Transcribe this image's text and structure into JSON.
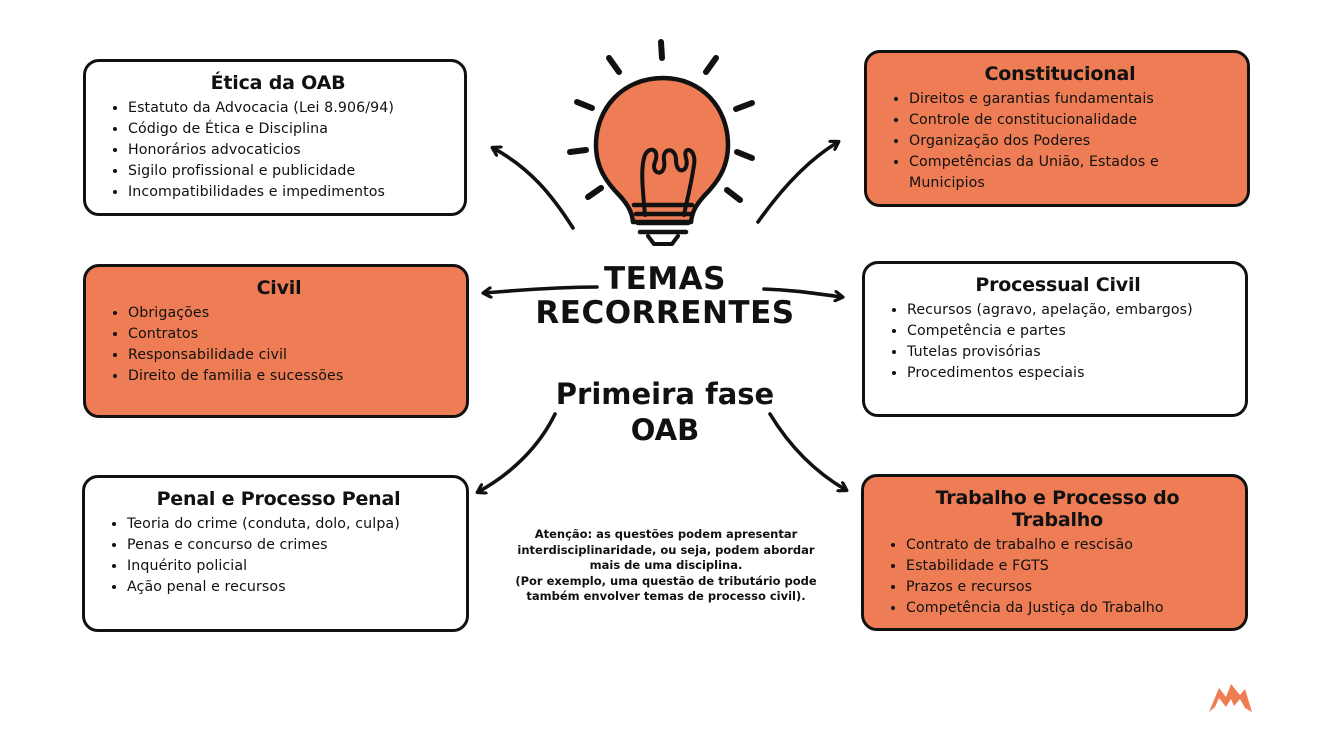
{
  "center": {
    "title": "TEMAS RECORRENTES",
    "subtitle": "Primeira fase OAB"
  },
  "boxes": [
    {
      "title": "Ética da OAB",
      "color": "#ffffff",
      "items": [
        "Estatuto da Advocacia (Lei 8.906/94)",
        "Código de Ética e Disciplina",
        "Honorários advocaticios",
        "Sigilo profissional e publicidade",
        "Incompatibilidades e impedimentos"
      ]
    },
    {
      "title": "Constitucional",
      "color": "#EE7D55",
      "items": [
        "Direitos e garantias fundamentais",
        "Controle de constitucionalidade",
        "Organização dos Poderes",
        "Competências da União, Estados e Municipios"
      ]
    },
    {
      "title": "Civil",
      "color": "#EE7D55",
      "items": [
        "Obrigações",
        "Contratos",
        "Responsabilidade civil",
        "Direito de familia e sucessões"
      ]
    },
    {
      "title": "Processual Civil",
      "color": "#ffffff",
      "items": [
        "Recursos (agravo, apelação, embargos)",
        "Competência e partes",
        "Tutelas provisórias",
        "Procedimentos especiais"
      ]
    },
    {
      "title": "Penal e Processo Penal",
      "color": "#ffffff",
      "items": [
        "Teoria do crime (conduta, dolo, culpa)",
        "Penas e concurso de crimes",
        "Inquérito policial",
        "Ação penal e recursos"
      ]
    },
    {
      "title": "Trabalho e Processo do Trabalho",
      "color": "#EE7D55",
      "items": [
        "Contrato de trabalho e rescisão",
        "Estabilidade e FGTS",
        "Prazos e recursos",
        "Competência da Justiça do Trabalho"
      ]
    }
  ],
  "note": {
    "line1": "Atenção: as questões podem apresentar",
    "line2": "interdisciplinaridade, ou seja, podem abordar",
    "line3": "mais de uma disciplina.",
    "line4": "(Por exemplo, uma questão de tributário pode",
    "line5": "também envolver temas de processo civil)."
  },
  "icons": {
    "center": "lightbulb-icon",
    "corner": "mountain-logo-icon"
  },
  "colors": {
    "accent": "#EE7D55",
    "outline": "#111111"
  }
}
